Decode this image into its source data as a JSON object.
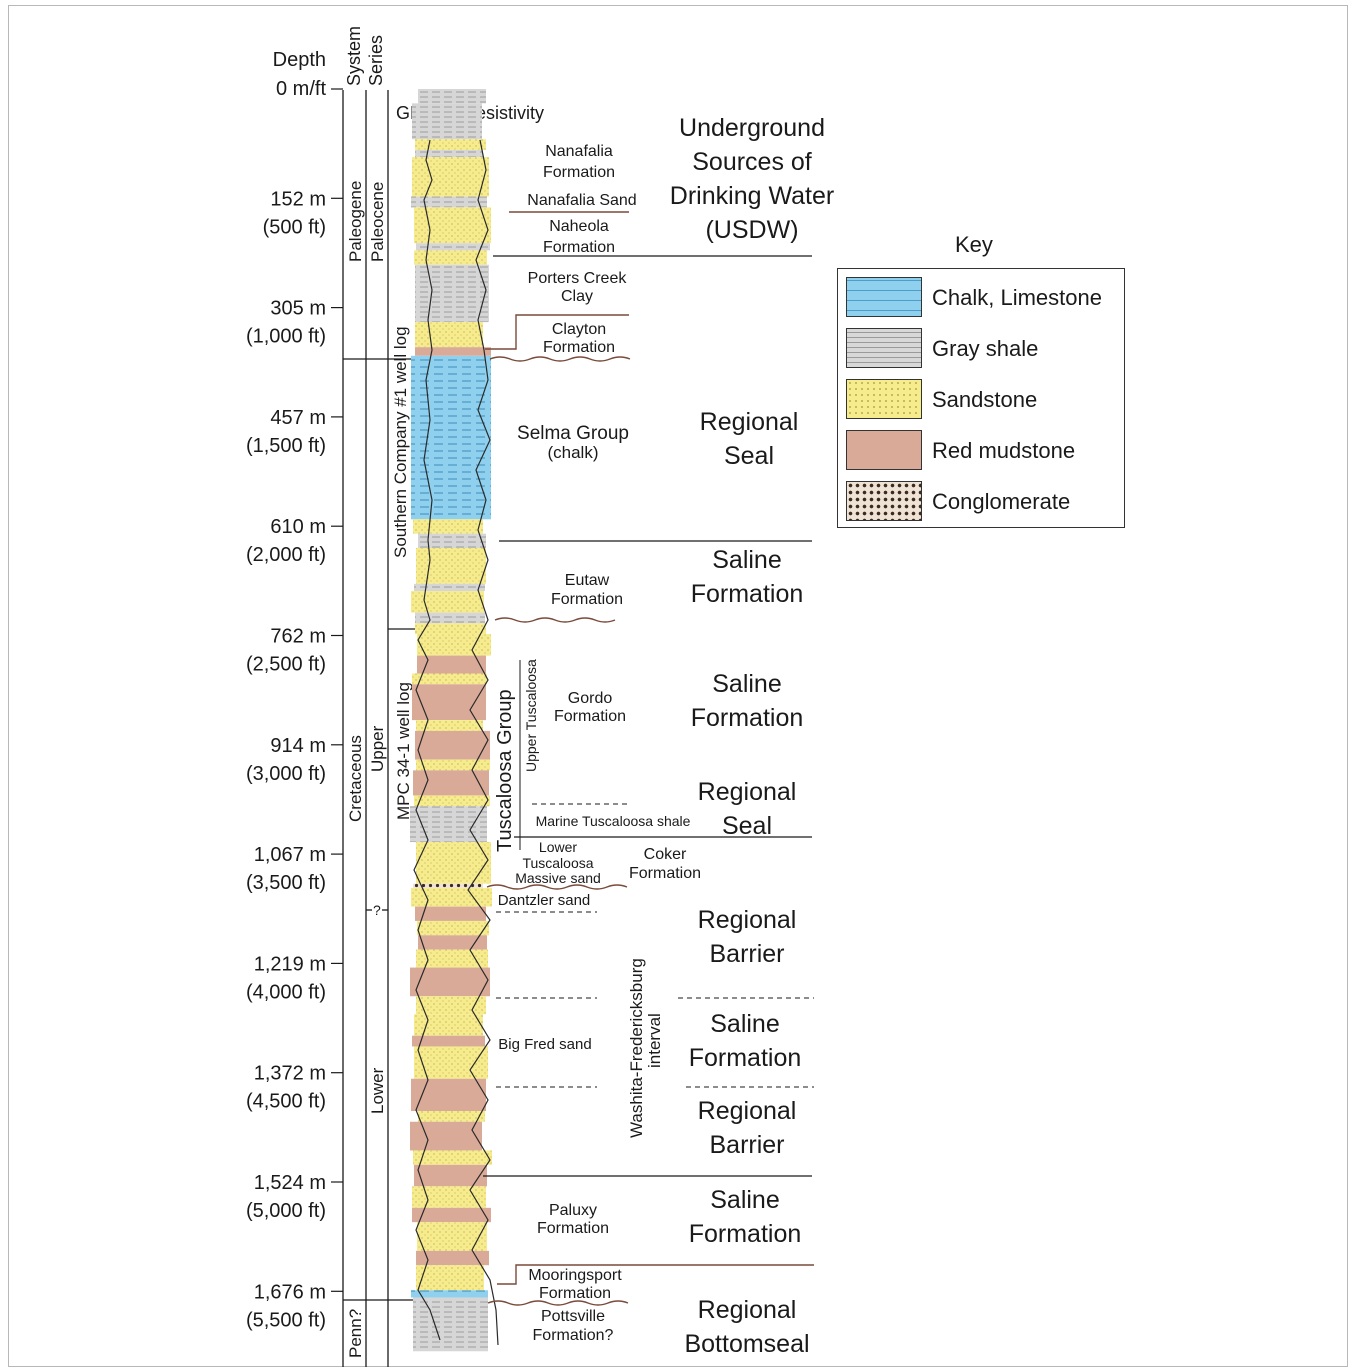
{
  "headers": {
    "depth": "Depth",
    "system": "System",
    "series": "Series",
    "log_gr_sp": "GR, SP",
    "log_resistivity": "Resistivity"
  },
  "depth_ticks": [
    {
      "m": "0 m/ft",
      "ft": ""
    },
    {
      "m": "152 m",
      "ft": "(500 ft)"
    },
    {
      "m": "305 m",
      "ft": "(1,000 ft)"
    },
    {
      "m": "457 m",
      "ft": "(1,500 ft)"
    },
    {
      "m": "610 m",
      "ft": "(2,000 ft)"
    },
    {
      "m": "762 m",
      "ft": "(2,500 ft)"
    },
    {
      "m": "914 m",
      "ft": "(3,000 ft)"
    },
    {
      "m": "1,067 m",
      "ft": "(3,500 ft)"
    },
    {
      "m": "1,219 m",
      "ft": "(4,000 ft)"
    },
    {
      "m": "1,372 m",
      "ft": "(4,500 ft)"
    },
    {
      "m": "1,524 m",
      "ft": "(5,000 ft)"
    },
    {
      "m": "1,676 m",
      "ft": "(5,500 ft)"
    }
  ],
  "systems": {
    "paleogene": "Paleogene",
    "cretaceous": "Cretaceous",
    "penn": "Penn?"
  },
  "series": {
    "paleocene": "Paleocene",
    "upper": "Upper",
    "lower": "Lower",
    "question": "?"
  },
  "well_logs": {
    "southern_company": "Southern Company #1 well log",
    "mpc": "MPC 34-1 well log"
  },
  "groups": {
    "tuscaloosa_group": "Tuscaloosa Group",
    "upper_tuscaloosa": "Upper Tuscaloosa",
    "washita": "Washita-Fredericksburg",
    "washita_2": "interval"
  },
  "formations": {
    "nanafalia_1": "Nanafalia",
    "nanafalia_2": "Formation",
    "nanafalia_sand": "Nanafalia Sand",
    "naheola_1": "Naheola",
    "naheola_2": "Formation",
    "porters_1": "Porters Creek",
    "porters_2": "Clay",
    "clayton_1": "Clayton",
    "clayton_2": "Formation",
    "selma_1": "Selma Group",
    "selma_2": "(chalk)",
    "eutaw_1": "Eutaw",
    "eutaw_2": "Formation",
    "gordo_1": "Gordo",
    "gordo_2": "Formation",
    "marine_tusc": "Marine Tuscaloosa shale",
    "lower_tusc_1": "Lower",
    "lower_tusc_2": "Tuscaloosa",
    "lower_tusc_3": "Massive sand",
    "coker_1": "Coker",
    "coker_2": "Formation",
    "dantzler": "Dantzler sand",
    "big_fred": "Big Fred sand",
    "paluxy_1": "Paluxy",
    "paluxy_2": "Formation",
    "mooringsport_1": "Mooringsport",
    "mooringsport_2": "Formation",
    "pottsville_1": "Pottsville",
    "pottsville_2": "Formation?"
  },
  "zones": {
    "usdw_1": "Underground",
    "usdw_2": "Sources of",
    "usdw_3": "Drinking Water",
    "usdw_4": "(USDW)",
    "seal1_1": "Regional",
    "seal1_2": "Seal",
    "saline1_1": "Saline",
    "saline1_2": "Formation",
    "saline2_1": "Saline",
    "saline2_2": "Formation",
    "seal2_1": "Regional",
    "seal2_2": "Seal",
    "barrier1_1": "Regional",
    "barrier1_2": "Barrier",
    "saline3_1": "Saline",
    "saline3_2": "Formation",
    "barrier2_1": "Regional",
    "barrier2_2": "Barrier",
    "saline4_1": "Saline",
    "saline4_2": "Formation",
    "bottom_1": "Regional",
    "bottom_2": "Bottomseal"
  },
  "key": {
    "title": "Key",
    "items": [
      {
        "label": "Chalk, Limestone",
        "pattern": "chalk"
      },
      {
        "label": "Gray shale",
        "pattern": "shale"
      },
      {
        "label": "Sandstone",
        "pattern": "sand"
      },
      {
        "label": "Red mudstone",
        "pattern": "mud"
      },
      {
        "label": "Conglomerate",
        "pattern": "cong"
      }
    ]
  },
  "colors": {
    "chalk": "#8fd0ee",
    "shale": "#d6d6d6",
    "sand": "#f6ec8e",
    "mud": "#d9aa98",
    "cong": "#efe3d6",
    "line": "#1a1a1a",
    "contact": "#7a4a3a"
  },
  "lithology_column": [
    {
      "from_m": 0,
      "to_m": 20,
      "pattern": "shale"
    },
    {
      "from_m": 20,
      "to_m": 70,
      "pattern": "shale"
    },
    {
      "from_m": 70,
      "to_m": 85,
      "pattern": "sand"
    },
    {
      "from_m": 85,
      "to_m": 95,
      "pattern": "shale"
    },
    {
      "from_m": 95,
      "to_m": 150,
      "pattern": "sand"
    },
    {
      "from_m": 150,
      "to_m": 165,
      "pattern": "shale"
    },
    {
      "from_m": 165,
      "to_m": 215,
      "pattern": "sand"
    },
    {
      "from_m": 215,
      "to_m": 225,
      "pattern": "shale"
    },
    {
      "from_m": 225,
      "to_m": 245,
      "pattern": "sand"
    },
    {
      "from_m": 245,
      "to_m": 325,
      "pattern": "shale"
    },
    {
      "from_m": 325,
      "to_m": 360,
      "pattern": "sand"
    },
    {
      "from_m": 360,
      "to_m": 372,
      "pattern": "mud"
    },
    {
      "from_m": 372,
      "to_m": 600,
      "pattern": "chalk"
    },
    {
      "from_m": 600,
      "to_m": 620,
      "pattern": "sand"
    },
    {
      "from_m": 620,
      "to_m": 640,
      "pattern": "shale"
    },
    {
      "from_m": 640,
      "to_m": 690,
      "pattern": "sand"
    },
    {
      "from_m": 690,
      "to_m": 700,
      "pattern": "shale"
    },
    {
      "from_m": 700,
      "to_m": 730,
      "pattern": "sand"
    },
    {
      "from_m": 730,
      "to_m": 745,
      "pattern": "shale"
    },
    {
      "from_m": 745,
      "to_m": 760,
      "pattern": "sand"
    },
    {
      "from_m": 760,
      "to_m": 790,
      "pattern": "sand"
    },
    {
      "from_m": 790,
      "to_m": 815,
      "pattern": "mud"
    },
    {
      "from_m": 815,
      "to_m": 830,
      "pattern": "sand"
    },
    {
      "from_m": 830,
      "to_m": 880,
      "pattern": "mud"
    },
    {
      "from_m": 880,
      "to_m": 895,
      "pattern": "sand"
    },
    {
      "from_m": 895,
      "to_m": 935,
      "pattern": "mud"
    },
    {
      "from_m": 935,
      "to_m": 950,
      "pattern": "sand"
    },
    {
      "from_m": 950,
      "to_m": 985,
      "pattern": "mud"
    },
    {
      "from_m": 985,
      "to_m": 1000,
      "pattern": "sand"
    },
    {
      "from_m": 1000,
      "to_m": 1050,
      "pattern": "shale"
    },
    {
      "from_m": 1050,
      "to_m": 1108,
      "pattern": "sand"
    },
    {
      "from_m": 1108,
      "to_m": 1114,
      "pattern": "cong"
    },
    {
      "from_m": 1114,
      "to_m": 1140,
      "pattern": "sand"
    },
    {
      "from_m": 1140,
      "to_m": 1160,
      "pattern": "mud"
    },
    {
      "from_m": 1160,
      "to_m": 1180,
      "pattern": "sand"
    },
    {
      "from_m": 1180,
      "to_m": 1200,
      "pattern": "mud"
    },
    {
      "from_m": 1200,
      "to_m": 1225,
      "pattern": "sand"
    },
    {
      "from_m": 1225,
      "to_m": 1265,
      "pattern": "mud"
    },
    {
      "from_m": 1265,
      "to_m": 1290,
      "pattern": "sand"
    },
    {
      "from_m": 1290,
      "to_m": 1320,
      "pattern": "sand"
    },
    {
      "from_m": 1320,
      "to_m": 1335,
      "pattern": "mud"
    },
    {
      "from_m": 1335,
      "to_m": 1380,
      "pattern": "sand"
    },
    {
      "from_m": 1380,
      "to_m": 1425,
      "pattern": "mud"
    },
    {
      "from_m": 1425,
      "to_m": 1440,
      "pattern": "sand"
    },
    {
      "from_m": 1440,
      "to_m": 1480,
      "pattern": "mud"
    },
    {
      "from_m": 1480,
      "to_m": 1500,
      "pattern": "sand"
    },
    {
      "from_m": 1500,
      "to_m": 1530,
      "pattern": "mud"
    },
    {
      "from_m": 1530,
      "to_m": 1560,
      "pattern": "sand"
    },
    {
      "from_m": 1560,
      "to_m": 1580,
      "pattern": "mud"
    },
    {
      "from_m": 1580,
      "to_m": 1620,
      "pattern": "sand"
    },
    {
      "from_m": 1620,
      "to_m": 1640,
      "pattern": "mud"
    },
    {
      "from_m": 1640,
      "to_m": 1675,
      "pattern": "sand"
    },
    {
      "from_m": 1675,
      "to_m": 1685,
      "pattern": "chalk"
    },
    {
      "from_m": 1685,
      "to_m": 1760,
      "pattern": "shale"
    }
  ]
}
